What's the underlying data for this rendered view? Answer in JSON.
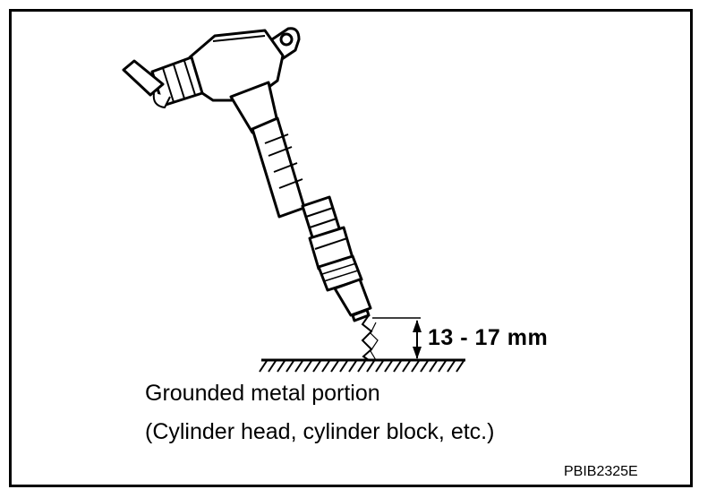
{
  "diagram": {
    "gap_label": "13 - 17 mm",
    "caption_line1": "Grounded metal portion",
    "caption_line2": "(Cylinder head, cylinder block, etc.)",
    "figure_code": "PBIB2325E"
  },
  "icons": {
    "ignition_coil": "ignition-coil-icon",
    "spark_plug": "spark-plug-icon",
    "spark": "spark-icon",
    "ground": "ground-hatch-icon",
    "dimension": "dimension-arrow-icon"
  },
  "colors": {
    "line": "#000000",
    "background": "#ffffff"
  }
}
